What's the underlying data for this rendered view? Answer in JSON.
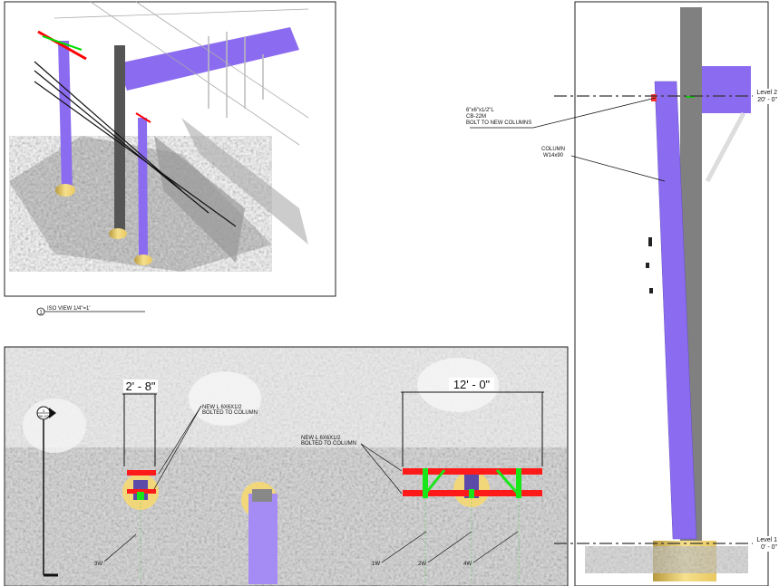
{
  "iso_view": {
    "view_number": "1",
    "title": "ISO VIEW 1/4\"=1'"
  },
  "plan_view": {
    "section_marker": {
      "number": "3",
      "sheet": "SK-02"
    },
    "dimension_left": "2' - 8\"",
    "dimension_right": "12' - 0\"",
    "note_left": [
      "NEW L 6X6X1/2",
      "BOLTED TO COLUMN"
    ],
    "note_right": [
      "NEW L 6X6X1/2",
      "BOLTED TO COLUMN"
    ],
    "column_tags": [
      "3W",
      "1W",
      "2W",
      "4W"
    ]
  },
  "elevation_view": {
    "note_angle": [
      "6\"x6\"x1/2\"L",
      "CB-22M",
      "BOLT TO NEW COLUMNS"
    ],
    "note_column": [
      "COLUMN",
      "W14x90"
    ],
    "level_2": {
      "name": "Level 2",
      "elevation": "20' - 0\""
    },
    "level_1": {
      "name": "Level 1",
      "elevation": "0' - 0\""
    }
  },
  "colors": {
    "new_steel": "#8b6cf0",
    "angle_red": "#ff1a1a",
    "brace_green": "#19e619",
    "footing": "#f2d77a"
  }
}
